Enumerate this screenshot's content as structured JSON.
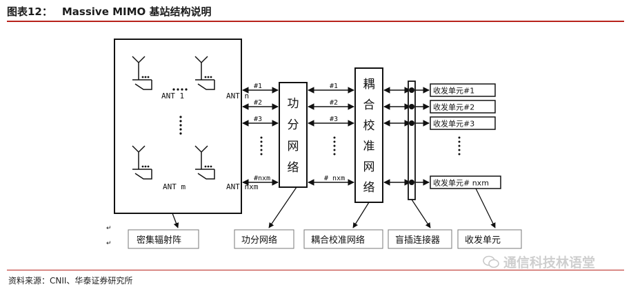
{
  "figure": {
    "number": "图表12：",
    "title": "Massive MIMO 基站结构说明"
  },
  "antenna_array": {
    "labels": [
      "ANT 1",
      "ANT n",
      "ANT m",
      "ANT nxm"
    ],
    "caption": "密集辐射阵"
  },
  "links_left": [
    "#1",
    "#2",
    "#3",
    "#nxm"
  ],
  "power_divider": {
    "box_text": "功分网络",
    "caption": "功分网络"
  },
  "links_middle": [
    "#1",
    "#2",
    "#3",
    "# nxm"
  ],
  "calibration": {
    "box_text": "耦合校准网络",
    "caption": "耦合校准网络"
  },
  "connector": {
    "caption": "盲插连接器"
  },
  "transceivers": {
    "units": [
      "收发单元#1",
      "收发单元#2",
      "收发单元#3",
      "收发单元# nxm"
    ],
    "caption": "收发单元"
  },
  "source": "资料来源：CNII、华泰证券研究所",
  "watermark": "通信科技林语堂"
}
